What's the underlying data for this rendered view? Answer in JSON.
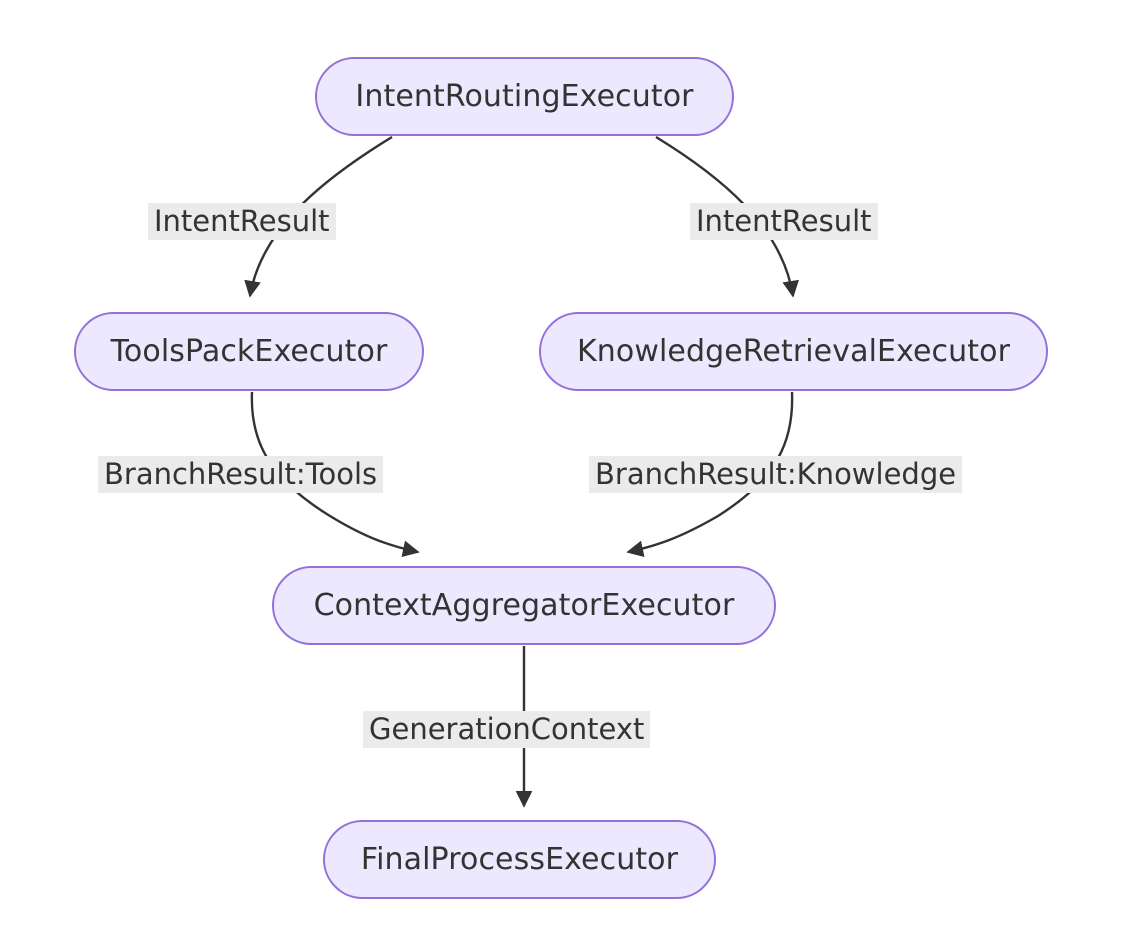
{
  "diagram": {
    "type": "flowchart",
    "direction": "top-down",
    "colors": {
      "node_fill": "#ece8fd",
      "node_stroke": "#9370db",
      "node_text": "#333333",
      "edge_stroke": "#333333",
      "edge_label_bg": "#ebebeb",
      "edge_label_text": "#333333",
      "canvas_bg": "#ffffff"
    },
    "nodes": [
      {
        "id": "intent_routing",
        "label": "IntentRoutingExecutor"
      },
      {
        "id": "tools_pack",
        "label": "ToolsPackExecutor"
      },
      {
        "id": "knowledge_retrieval",
        "label": "KnowledgeRetrievalExecutor"
      },
      {
        "id": "context_aggregator",
        "label": "ContextAggregatorExecutor"
      },
      {
        "id": "final_process",
        "label": "FinalProcessExecutor"
      }
    ],
    "edges": [
      {
        "from": "intent_routing",
        "to": "tools_pack",
        "label": "IntentResult"
      },
      {
        "from": "intent_routing",
        "to": "knowledge_retrieval",
        "label": "IntentResult"
      },
      {
        "from": "tools_pack",
        "to": "context_aggregator",
        "label": "BranchResult:Tools"
      },
      {
        "from": "knowledge_retrieval",
        "to": "context_aggregator",
        "label": "BranchResult:Knowledge"
      },
      {
        "from": "context_aggregator",
        "to": "final_process",
        "label": "GenerationContext"
      }
    ]
  }
}
